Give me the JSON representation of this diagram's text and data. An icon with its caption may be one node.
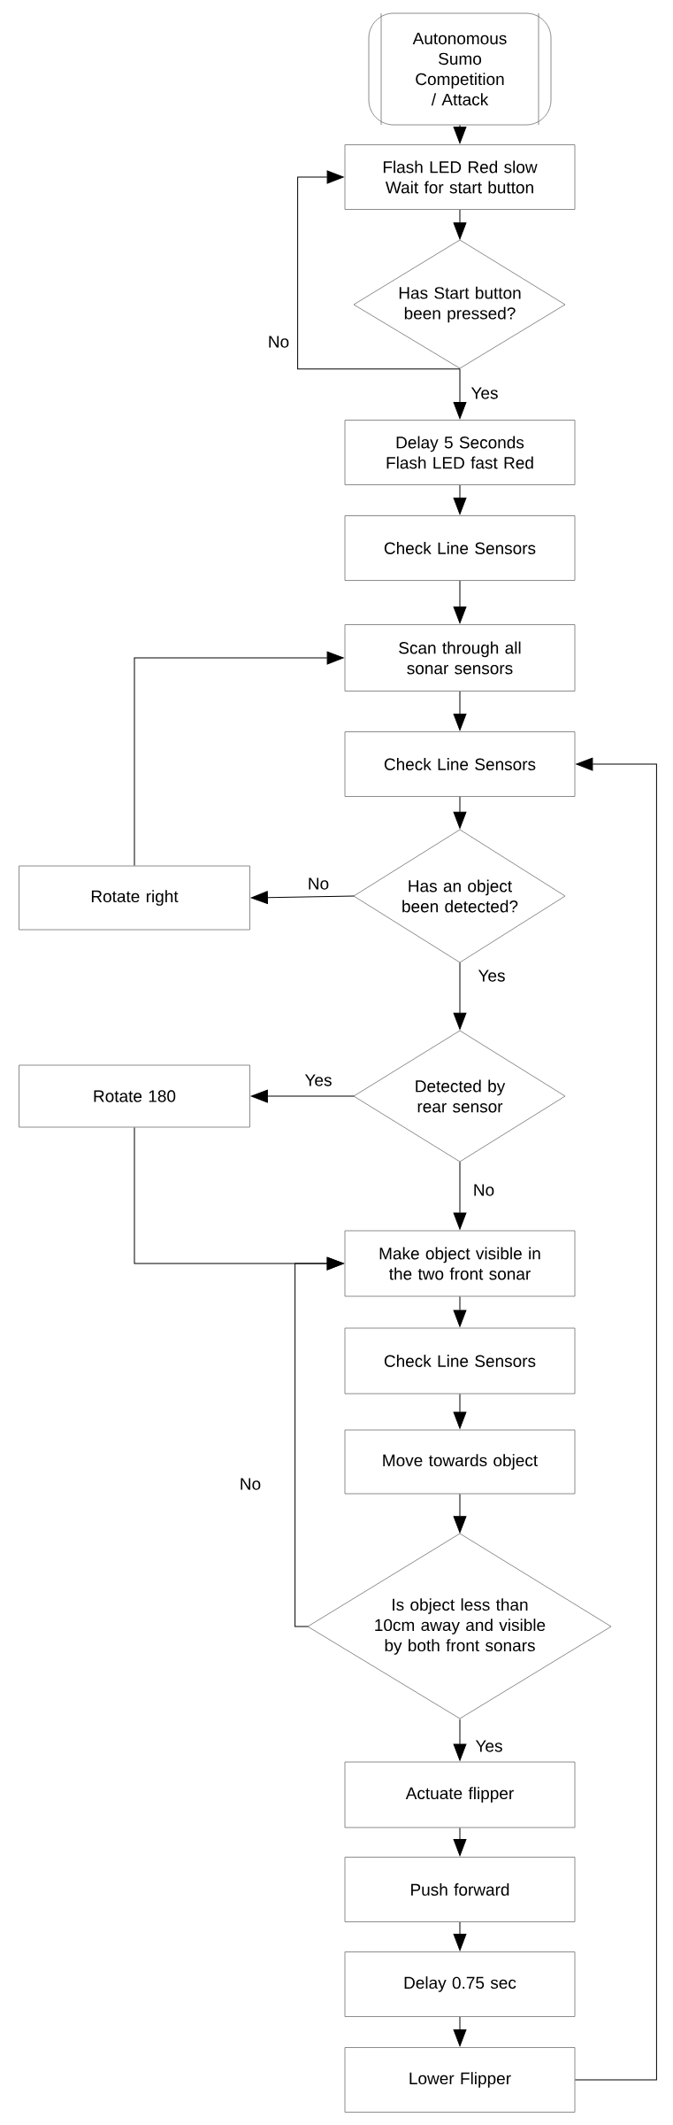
{
  "diagram": {
    "nodes": [
      {
        "text": [
          "Autonomous Sumo Competition / Attack"
        ]
      },
      {
        "text": [
          "Flash LED Red slow Wait for start button"
        ]
      },
      {
        "text": [
          "Has Start button been pressed?"
        ]
      },
      {
        "text": [
          "Delay 5 Seconds Flash LED fast Red"
        ]
      },
      {
        "text": [
          "Check Line Sensors"
        ]
      },
      {
        "text": [
          "Scan through all sonar sensors"
        ]
      },
      {
        "text": [
          "Check Line Sensors"
        ]
      },
      {
        "text": [
          "Has an object been detected?"
        ]
      },
      {
        "text": [
          "Rotate right"
        ]
      },
      {
        "text": [
          "Detected by rear sensor"
        ]
      },
      {
        "text": [
          "Rotate 180"
        ]
      },
      {
        "text": [
          "Make object visible in the two front sonar"
        ]
      },
      {
        "text": [
          "Check Line Sensors"
        ]
      },
      {
        "text": [
          "Move towards object"
        ]
      },
      {
        "text": [
          "Is object less than 10cm away and visible by both front sonars"
        ]
      },
      {
        "text": [
          "Actuate flipper"
        ]
      },
      {
        "text": [
          "Push forward"
        ]
      },
      {
        "text": [
          "Delay 0.75 sec"
        ]
      },
      {
        "text": [
          "Lower Flipper"
        ]
      }
    ],
    "edges": [
      {
        "from": 0,
        "to": 1,
        "arrow": "to"
      },
      {
        "from": 1,
        "to": 2,
        "arrow": "to"
      },
      {
        "from": 2,
        "to": 1,
        "arrow": "to",
        "label": "No"
      },
      {
        "from": 2,
        "to": 3,
        "arrow": "to",
        "label": "Yes"
      },
      {
        "from": 3,
        "to": 4,
        "arrow": "to"
      },
      {
        "from": 4,
        "to": 5,
        "arrow": "to"
      },
      {
        "from": 5,
        "to": 6,
        "arrow": "to"
      },
      {
        "from": 6,
        "to": 7,
        "arrow": "to"
      },
      {
        "from": 7,
        "to": 8,
        "arrow": "to",
        "label": "No"
      },
      {
        "from": 8,
        "to": 5,
        "arrow": "to"
      },
      {
        "from": 7,
        "to": 9,
        "arrow": "to",
        "label": "Yes"
      },
      {
        "from": 9,
        "to": 10,
        "arrow": "to",
        "label": "Yes"
      },
      {
        "from": 9,
        "to": 11,
        "arrow": "to",
        "label": "No"
      },
      {
        "from": 10,
        "to": 11,
        "arrow": "to"
      },
      {
        "from": 11,
        "to": 12,
        "arrow": "to"
      },
      {
        "from": 12,
        "to": 13,
        "arrow": "to"
      },
      {
        "from": 13,
        "to": 14,
        "arrow": "to"
      },
      {
        "from": 14,
        "to": 11,
        "arrow": "to",
        "label": "No"
      },
      {
        "from": 14,
        "to": 15,
        "arrow": "to",
        "label": "Yes"
      },
      {
        "from": 15,
        "to": 16,
        "arrow": "to"
      },
      {
        "from": 16,
        "to": 17,
        "arrow": "to"
      },
      {
        "from": 17,
        "to": 18,
        "arrow": "to"
      },
      {
        "from": 18,
        "to": 6,
        "arrow": "to"
      }
    ]
  }
}
